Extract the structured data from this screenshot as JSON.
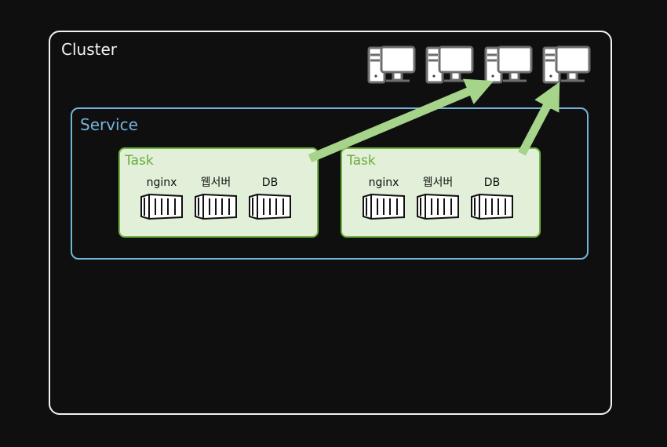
{
  "cluster": {
    "label": "Cluster"
  },
  "service": {
    "label": "Service"
  },
  "computers": [
    {
      "icon": "computer-icon"
    },
    {
      "icon": "computer-icon"
    },
    {
      "icon": "computer-icon"
    },
    {
      "icon": "computer-icon"
    }
  ],
  "tasks": [
    {
      "label": "Task",
      "containers": [
        {
          "name": "nginx"
        },
        {
          "name": "웹서버"
        },
        {
          "name": "DB"
        }
      ],
      "target_computer": 3
    },
    {
      "label": "Task",
      "containers": [
        {
          "name": "nginx"
        },
        {
          "name": "웹서버"
        },
        {
          "name": "DB"
        }
      ],
      "target_computer": 4
    }
  ],
  "colors": {
    "background": "#0f0f0f",
    "cluster_border": "#f2f2f2",
    "service_border": "#74b4db",
    "task_fill": "#e2efd9",
    "task_border": "#72b644",
    "arrow": "#a5d48a"
  }
}
